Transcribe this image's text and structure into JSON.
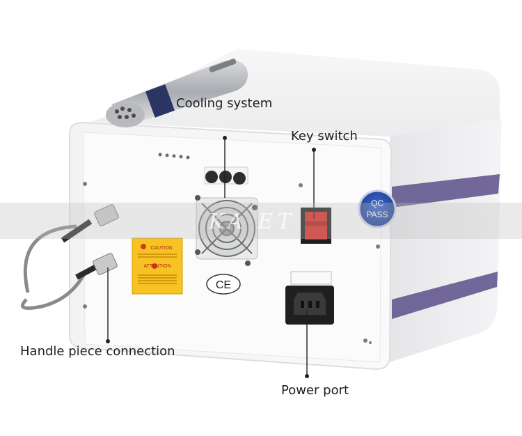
{
  "labels": {
    "cooling_system": "Cooling system",
    "key_switch": "Key switch",
    "handle_piece_connection": "Handle piece connection",
    "power_port": "Power port"
  },
  "badge": {
    "line1": "QC",
    "line2": "PASS"
  },
  "warning_sticker": {
    "caution": "CAUTION",
    "attention": "ATTENTION"
  },
  "ce_mark": "CE",
  "watermark": "KA ET",
  "colors": {
    "device_body": "#f4f4f5",
    "side_stripe": "#5b4f8a",
    "badge_blue": "#2b4fae",
    "switch_red": "#d9281f",
    "sticker_yellow": "#f6c322",
    "cable_gray": "#8a8a8a"
  }
}
